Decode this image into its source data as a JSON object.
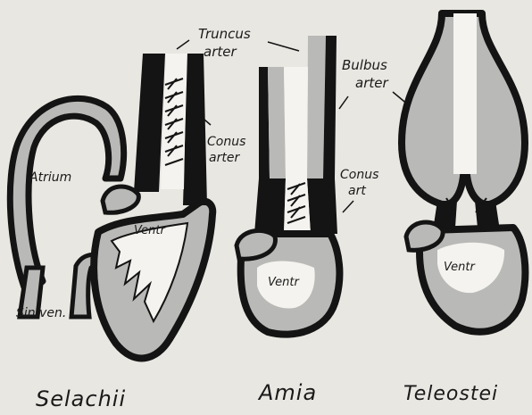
{
  "colors": {
    "background": "#e9e7e2",
    "ink": "#141414",
    "wall_fill": "#b9b9b7",
    "cavity": "#f4f3ef"
  },
  "labels": {
    "truncus": "Truncus",
    "truncus_arter": "arter",
    "conus_selachii": "Conus",
    "conus_selachii_arter": "arter",
    "atrium": "Atrium",
    "ventr_selachii": "Ventr",
    "sin_ven": "Sin.ven.",
    "bulbus": "Bulbus",
    "bulbus_arter": "arter",
    "conus_amia": "Conus",
    "conus_amia_art": "art",
    "ventr_amia": "Ventr",
    "ventr_teleostei": "Ventr"
  },
  "captions": {
    "selachii": "Selachii",
    "amia": "Amia",
    "teleostei": "Teleostei"
  }
}
